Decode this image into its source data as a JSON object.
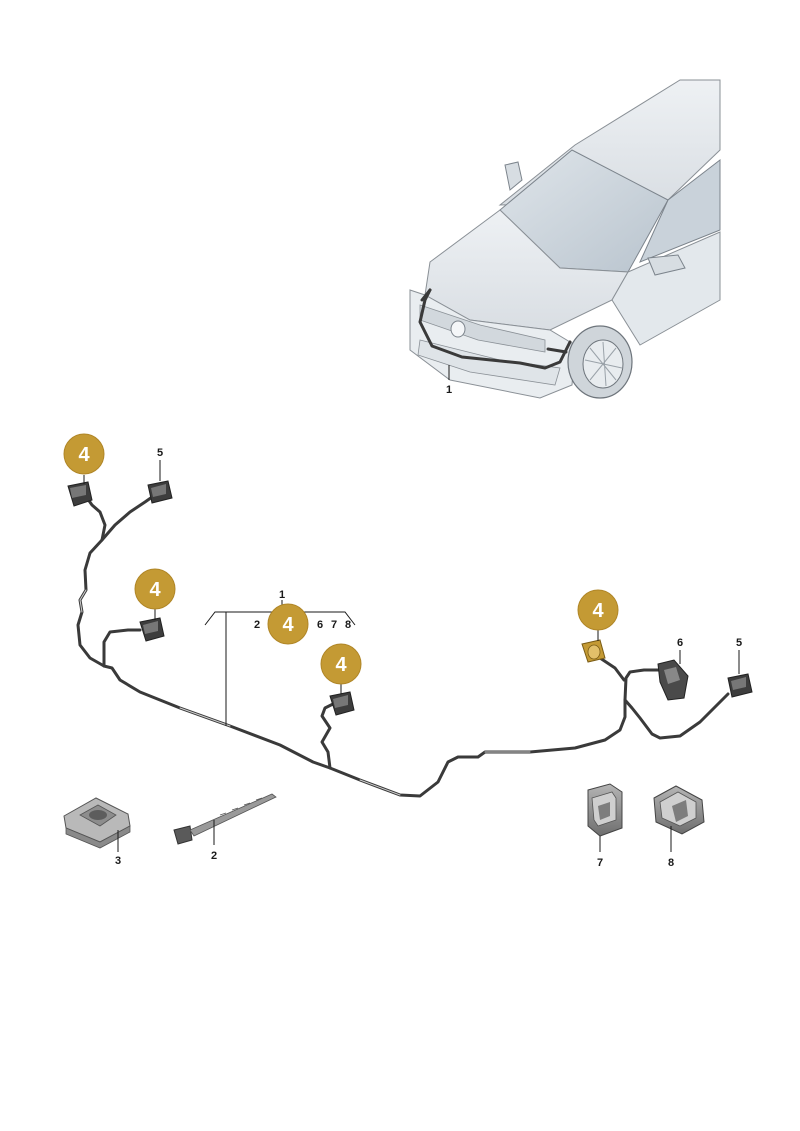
{
  "callouts": {
    "car_1": "1",
    "sensor_5_left": "5",
    "group_1": "1",
    "group_2": "2",
    "group_6": "6",
    "group_7": "7",
    "group_8": "8",
    "sensor_6_right": "6",
    "sensor_5_right": "5",
    "part_3": "3",
    "part_2": "2",
    "part_7": "7",
    "part_8": "8"
  },
  "badges": {
    "b1": "4",
    "b2": "4",
    "b3": "4",
    "b4": "4",
    "b5": "4"
  },
  "colors": {
    "badge_fill": "#c49a34",
    "badge_stroke": "#b08627",
    "harness": "#3a3a3a",
    "car_body": "#e6eaee",
    "glass": "#c4ced8",
    "part_grey": "#8e8e8e"
  }
}
